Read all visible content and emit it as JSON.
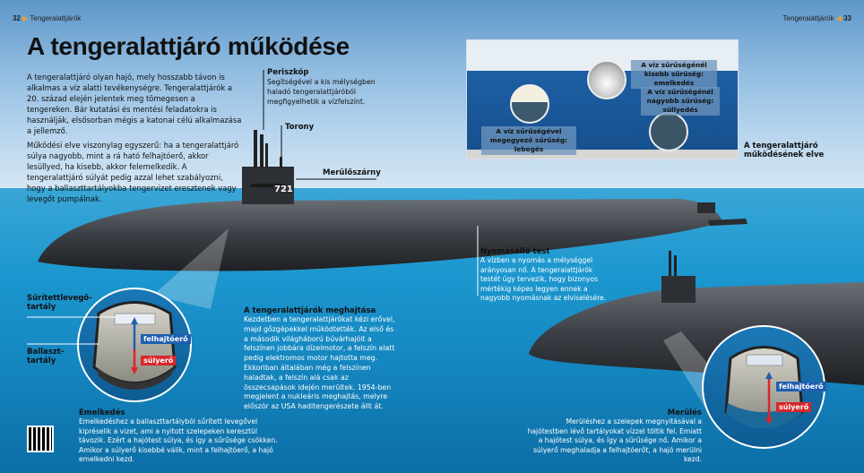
{
  "header": {
    "left_page": "32",
    "left_section": "Tengeralattjárók",
    "right_section": "Tengeralattjárók",
    "right_page": "33",
    "arrow_color": "#f0a030"
  },
  "title": "A tengeralattjáró működése",
  "intro": {
    "p1": "A tengeralattjáró olyan hajó, mely hosszabb távon is alkalmas a víz alatti tevékenységre. Tengeralattjárók a 20. század elején jelentek meg tömegesen a tengereken. Bár kutatási és mentési feladatokra is használják, elsősorban mégis a katonai célú alkalmazása a jellemző.",
    "p2": "Működési elve viszonylag egyszerű: ha a tengeralattjáró súlya nagyobb, mint a rá ható felhajtóerő, akkor lesüllyed, ha kisebb, akkor felemelkedik. A tengeralattjáró súlyát pedig azzal lehet szabályozni, hogy a ballaszttartályokba tengervizet eresztenek vagy levegőt pumpálnak."
  },
  "labels": {
    "periscope_title": "Periszkóp",
    "periscope_text": "Segítségével a kis mélységben haladó tengeralattjáróból megfigyelhetik a vízfelszínt.",
    "tower": "Torony",
    "dive_plane": "Merülőszárny",
    "hull_number": "721",
    "compressed_air_tank": "Sűrítettlevegő-tartály",
    "ballast_tank": "Ballaszt-tartály",
    "buoyancy": "felhajtóerő",
    "weight": "súlyerő"
  },
  "inset": {
    "caption": "A tengeralattjáró működésének elve",
    "less_dense": "A víz sűrűségénél kisebb sűrűség: emelkedés",
    "more_dense": "A víz sűrűségénél nagyobb sűrűség: süllyedés",
    "equal_dense": "A víz sűrűségével megegyező sűrűség: lebegés"
  },
  "propulsion": {
    "title": "A tengeralattjárók meghajtása",
    "text": "Kezdetben a tengeralattjárókat kézi erővel, majd gőzgépekkel működtették. Az első és a második világháború búvárhajóit a felszínen jobbára dízelmotor, a felszín alatt pedig elektromos motor hajtotta meg. Ekkoriban általában még a felszínen haladtak, a felszín alá csak az összecsapások idején merültek. 1954-ben megjelent a nukleáris meghajtás, melyre először az USA haditengerészete állt át."
  },
  "pressure_hull": {
    "title": "Nyomásálló test",
    "text": "A vízben a nyomás a mélységgel arányosan nő. A tengeralattjárók testét úgy tervezik, hogy bizonyos mértékig képes legyen ennek a nagyobb nyomásnak az elviselésére."
  },
  "rising": {
    "title": "Emelkedés",
    "text": "Emelkedéshez a ballaszttartályból sűrített levegővel kipréselik a vizet, ami a nyitott szelepeken keresztül távozik. Ezért a hajótest súlya, és így a sűrűsége csökken. Amikor a súlyerő kisebbé válik, mint a felhajtóerő, a hajó emelkedni kezd."
  },
  "diving": {
    "title": "Merülés",
    "text": "Merüléshez a szelepek megnyitásával a hajótestben lévő tartályokat vízzel töltik fel. Emiatt a hajótest súlya, és így a sűrűsége nő. Amikor a súlyerő meghaladja a felhajtóerőt, a hajó merülni kezd."
  },
  "colors": {
    "buoyancy": "#1f5fb0",
    "weight": "#d8262a"
  }
}
